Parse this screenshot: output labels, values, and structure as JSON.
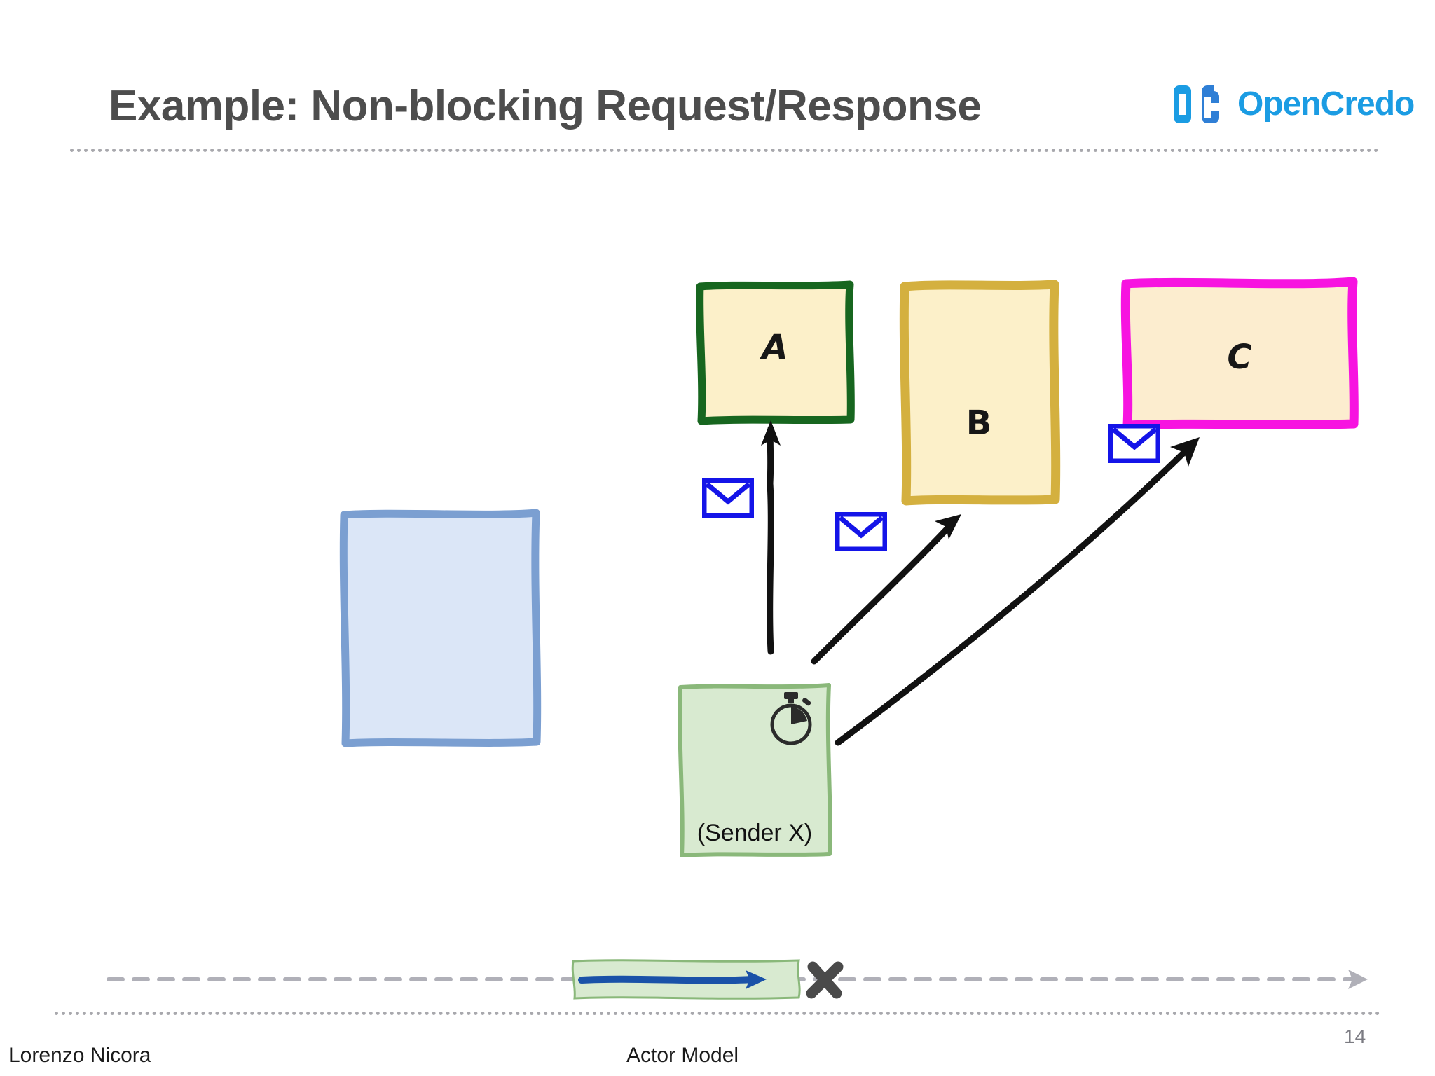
{
  "slide": {
    "title": "Example: Non-blocking Request/Response",
    "title_color": "#4d4d4d",
    "background": "#ffffff"
  },
  "brand": {
    "monogram": "OC",
    "wordmark": "OpenCredo",
    "color": "#1b9ce3"
  },
  "diagram": {
    "actors": [
      {
        "id": "A",
        "label": "A",
        "border_color": "#17661f",
        "fill_color": "#fcf0c9",
        "shape": "rectangle"
      },
      {
        "id": "B",
        "label": "B",
        "border_color": "#d4b03f",
        "fill_color": "#fcf0c9",
        "shape": "rectangle"
      },
      {
        "id": "C",
        "label": "C",
        "border_color": "#f713e0",
        "fill_color": "#fcedcf",
        "shape": "rectangle"
      },
      {
        "id": "blue-placeholder",
        "label": "",
        "border_color": "#7b9fd1",
        "fill_color": "#dbe6f7",
        "shape": "rectangle"
      },
      {
        "id": "sender",
        "label": "(Sender X)",
        "border_color": "#8ab87a",
        "fill_color": "#d8ead0",
        "shape": "rectangle"
      }
    ],
    "sender_icon": "stopwatch-icon",
    "messages": [
      {
        "id": "msg-a",
        "icon": "envelope-icon",
        "from": "sender",
        "to": "A",
        "color": "#1414e8"
      },
      {
        "id": "msg-b",
        "icon": "envelope-icon",
        "from": "sender",
        "to": "B",
        "color": "#1414e8"
      },
      {
        "id": "msg-c",
        "icon": "envelope-icon",
        "from": "sender",
        "to": "C",
        "color": "#1414e8"
      }
    ],
    "arrow_color": "#000000"
  },
  "timeline": {
    "line_color": "#b0b0b8",
    "band_fill": "#d8ead0",
    "band_border": "#8ab87a",
    "progress_arrow_color": "#1a52a8",
    "end_marker": "x-mark",
    "end_marker_color": "#4a4a4a"
  },
  "footer": {
    "author": "Lorenzo Nicora",
    "subject": "Actor Model",
    "page_number": "14",
    "rule_color": "#9a9a9f"
  }
}
